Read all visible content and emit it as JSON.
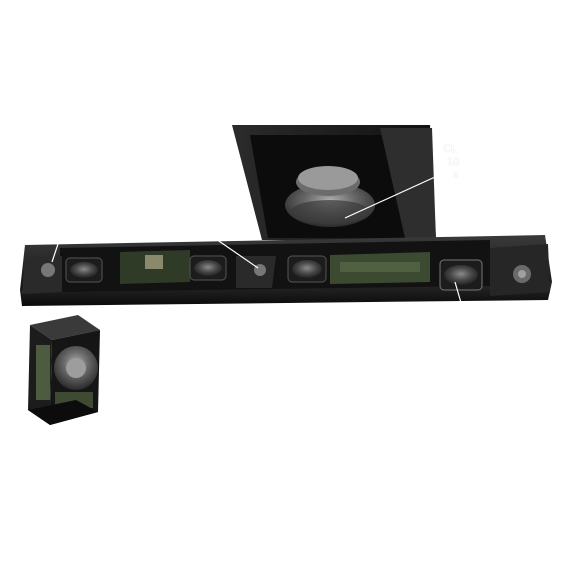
{
  "callouts": {
    "subwoofer_line1": "CL",
    "subwoofer_line2": "10",
    "subwoofer_line3": "s"
  },
  "colors": {
    "background": "#ffffff",
    "soundbar_body": "#1f1f1f",
    "soundbar_dark": "#0e0e0e",
    "driver_cone": "#2b2b2b",
    "circuit_board": "#4a5a3a",
    "callout_line": "#ffffff"
  },
  "icons": [
    "subwoofer-icon",
    "soundbar-icon",
    "speaker-driver-icon",
    "tweeter-icon"
  ]
}
